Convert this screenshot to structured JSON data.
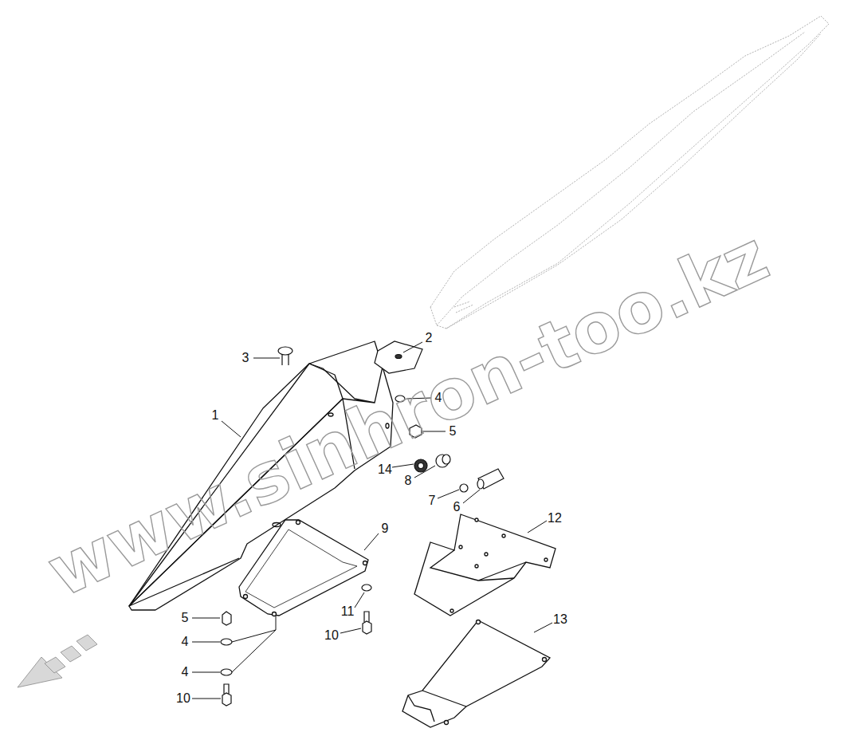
{
  "diagram": {
    "labels": [
      "1",
      "2",
      "3",
      "4",
      "5",
      "14",
      "8",
      "7",
      "6",
      "9",
      "12",
      "11",
      "10",
      "13",
      "5",
      "4",
      "4",
      "10",
      "www.sinhron-too.kz"
    ]
  }
}
